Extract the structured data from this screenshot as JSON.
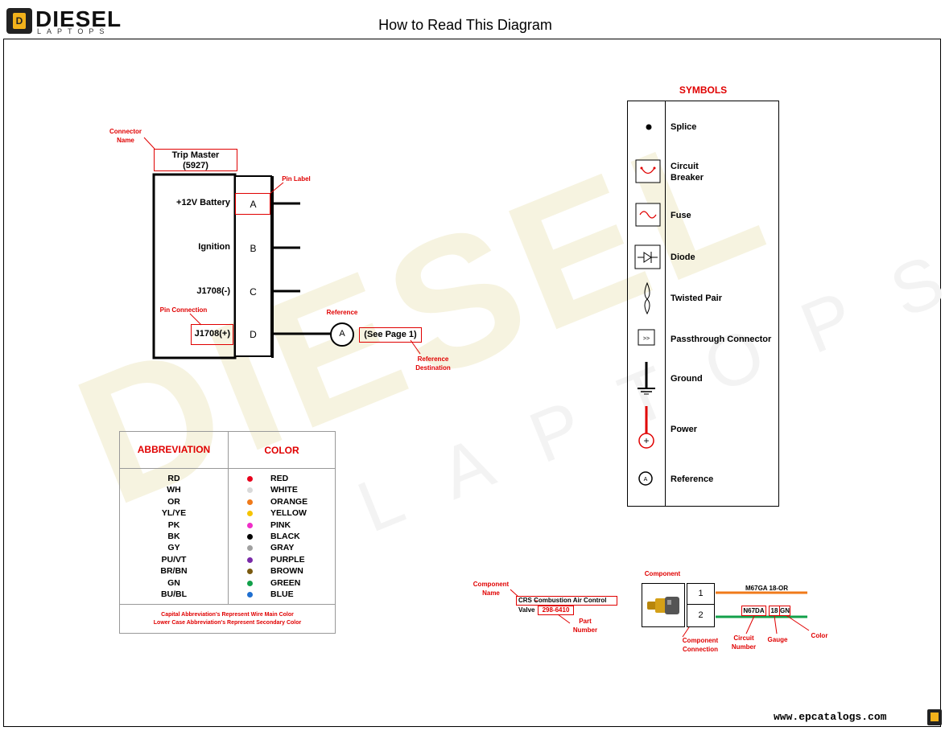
{
  "brand": {
    "name": "DIESEL",
    "sub": "LAPTOPS",
    "logo_letter": "D"
  },
  "page_title": "How to Read This Diagram",
  "connector": {
    "name_annotation": [
      "Connector",
      "Name"
    ],
    "name": "Trip Master",
    "number": "(5927)",
    "pin_label_annotation": "Pin Label",
    "pin_connection_annotation": "Pin Connection",
    "pins": [
      {
        "function": "+12V Battery",
        "letter": "A"
      },
      {
        "function": "Ignition",
        "letter": "B"
      },
      {
        "function": "J1708(-)",
        "letter": "C"
      },
      {
        "function": "J1708(+)",
        "letter": "D"
      }
    ],
    "reference_annotation": "Reference",
    "reference_letter": "A",
    "reference_destination": "(See Page 1)",
    "reference_destination_annotation": [
      "Reference",
      "Destination"
    ]
  },
  "symbols": {
    "title": "SYMBOLS",
    "items": [
      {
        "icon": "splice-icon",
        "label": "Splice"
      },
      {
        "icon": "circuit-breaker-icon",
        "label": "Circuit\nBreaker"
      },
      {
        "icon": "fuse-icon",
        "label": "Fuse"
      },
      {
        "icon": "diode-icon",
        "label": "Diode"
      },
      {
        "icon": "twisted-pair-icon",
        "label": "Twisted Pair"
      },
      {
        "icon": "passthrough-connector-icon",
        "label": "Passthrough Connector",
        "glyph": ">>"
      },
      {
        "icon": "ground-icon",
        "label": "Ground"
      },
      {
        "icon": "power-icon",
        "label": "Power",
        "glyph": "+"
      },
      {
        "icon": "reference-icon",
        "label": "Reference",
        "glyph": "A"
      }
    ]
  },
  "color_table": {
    "header_abbr": "ABBREVIATION",
    "header_color": "COLOR",
    "rows": [
      {
        "abbr": "RD",
        "color": "RED",
        "hex": "#e8001c"
      },
      {
        "abbr": "WH",
        "color": "WHITE",
        "hex": "#d9d9d9"
      },
      {
        "abbr": "OR",
        "color": "ORANGE",
        "hex": "#f07a1a"
      },
      {
        "abbr": "YL/YE",
        "color": "YELLOW",
        "hex": "#f5c400"
      },
      {
        "abbr": "PK",
        "color": "PINK",
        "hex": "#f02ec8"
      },
      {
        "abbr": "BK",
        "color": "BLACK",
        "hex": "#000000"
      },
      {
        "abbr": "GY",
        "color": "GRAY",
        "hex": "#a0a0a0"
      },
      {
        "abbr": "PU/VT",
        "color": "PURPLE",
        "hex": "#7a2aa8"
      },
      {
        "abbr": "BR/BN",
        "color": "BROWN",
        "hex": "#7a5a10"
      },
      {
        "abbr": "GN",
        "color": "GREEN",
        "hex": "#12a04a"
      },
      {
        "abbr": "BU/BL",
        "color": "BLUE",
        "hex": "#1f6fd0"
      }
    ],
    "note_line1": "Capital Abbreviation's Represent Wire Main Color",
    "note_line2": "Lower Case Abbreviation's Represent Secondary Color"
  },
  "component_example": {
    "component_annotation": "Component",
    "component_name_annotation": [
      "Component",
      "Name"
    ],
    "name_line1": "CRS Combustion Air Control",
    "name_line2": "Valve",
    "part_number": "298-6410",
    "part_number_annotation": [
      "Part",
      "Number"
    ],
    "pins": [
      "1",
      "2"
    ],
    "wire1_label": "M67GA 18-OR",
    "wire2_circuit": "N67DA",
    "wire2_gauge": "18",
    "wire2_color": "GN",
    "component_connection_annotation": [
      "Component",
      "Connection"
    ],
    "circuit_number_annotation": [
      "Circuit",
      "Number"
    ],
    "gauge_annotation": "Gauge",
    "color_annotation": "Color",
    "wire1_hex": "#f07a1a",
    "wire2_hex": "#12a04a"
  },
  "footer": {
    "url": "www.epcatalogs.com"
  },
  "accent": "#e00000"
}
